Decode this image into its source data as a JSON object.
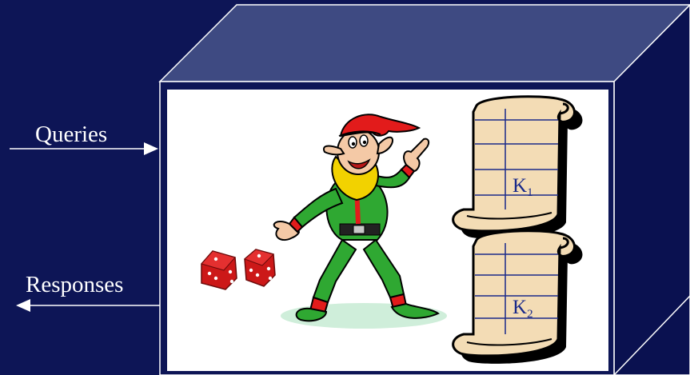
{
  "labels": {
    "queries": "Queries",
    "responses": "Responses"
  },
  "keys": [
    {
      "letter": "K",
      "index": "1"
    },
    {
      "letter": "K",
      "index": "2"
    }
  ],
  "colors": {
    "background": "#0d1556",
    "box_top": "#3e4a82",
    "box_side": "#0a1150",
    "box_front": "#ffffff",
    "arrow": "#ffffff",
    "scroll_fill": "#f3dcb5",
    "scroll_line": "#1a2a8a",
    "dice": "#cc1818"
  },
  "icons": {
    "elf": "elf-figure-icon",
    "dice": "dice-icon",
    "scroll": "scroll-icon"
  }
}
